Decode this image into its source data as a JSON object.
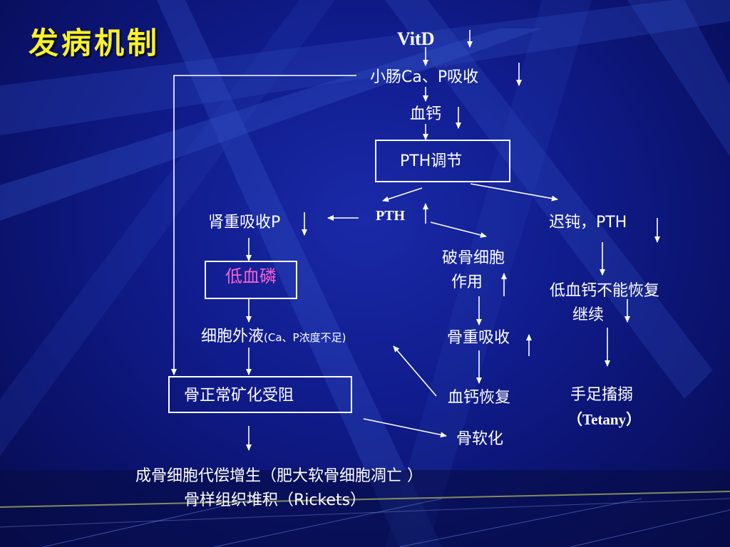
{
  "slide": {
    "title": "发病机制",
    "nodes": {
      "vitd": "VitD",
      "intestine": "小肠Ca、P吸收",
      "blood_ca": "血钙",
      "pth_reg": "PTH调节",
      "pth": "PTH",
      "renal": "肾重吸收P",
      "osteoclast_1": "破骨细胞",
      "osteoclast_2": "作用",
      "slow": "迟钝，PTH",
      "hypophos": "低血磷",
      "hypoca_1": "低血钙不能恢复",
      "hypoca_2": "继续",
      "ecf_main": "细胞外液",
      "ecf_small": "(Ca、P浓度不足)",
      "bone_resorb": "骨重吸收",
      "mineral": "骨正常矿化受阻",
      "ca_restore": "血钙恢复",
      "tetany_1": "手足搐搦",
      "tetany_2": "（Tetany）",
      "osteomalacia": "骨软化",
      "bottom_1": "成骨细胞代偿增生（肥大软骨细胞凋亡 ）",
      "bottom_2": "骨样组织堆积（Rickets）"
    }
  },
  "colors": {
    "background": "#101c8c",
    "title": "#f7f22a",
    "text": "#ffffff",
    "highlight": "#ff5fd0"
  }
}
